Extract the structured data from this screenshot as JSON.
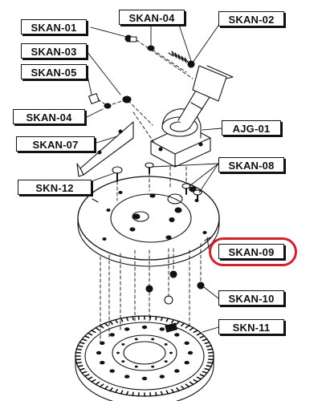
{
  "diagram": {
    "labels": {
      "skan_01": "SKAN-01",
      "skan_02": "SKAN-02",
      "skan_03": "SKAN-03",
      "skan_04_top": "SKAN-04",
      "skan_04_left": "SKAN-04",
      "skan_05": "SKAN-05",
      "skan_07": "SKAN-07",
      "skan_08": "SKAN-08",
      "skan_09": "SKAN-09",
      "skan_10": "SKAN-10",
      "skn_11": "SKN-11",
      "skn_12": "SKN-12",
      "ajg_01": "AJG-01"
    },
    "highlight": {
      "target": "SKAN-09",
      "color": "#d3202a"
    },
    "colors": {
      "line": "#111111",
      "background": "#ffffff"
    }
  }
}
